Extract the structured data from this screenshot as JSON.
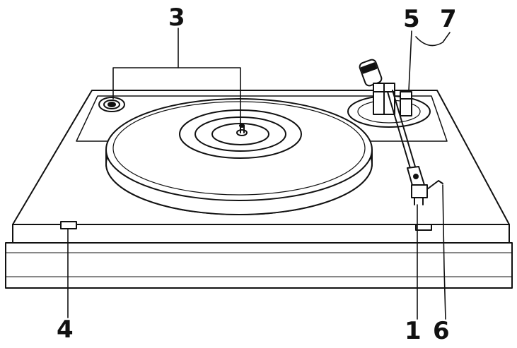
{
  "callouts": {
    "c1": "1",
    "c3": "3",
    "c4": "4",
    "c5": "5",
    "c6": "6",
    "c7": "7"
  },
  "colors": {
    "ink": "#111111",
    "paper": "#ffffff"
  }
}
